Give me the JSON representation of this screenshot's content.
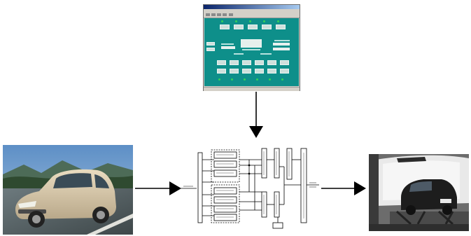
{
  "figure": {
    "arrows": [
      "app-to-diagram",
      "car-to-diagram",
      "diagram-to-simulator"
    ]
  },
  "colors": {
    "app_background": "#0e8f8a",
    "window_chrome": "#d4d0c8",
    "title_bar": "#0a246a",
    "arrow": "#000000"
  },
  "app_window": {
    "buttons_top_row": 5,
    "buttons_bottom_rows": 12
  },
  "diagram": {
    "module_count": 10,
    "stacked_groups": 2
  }
}
